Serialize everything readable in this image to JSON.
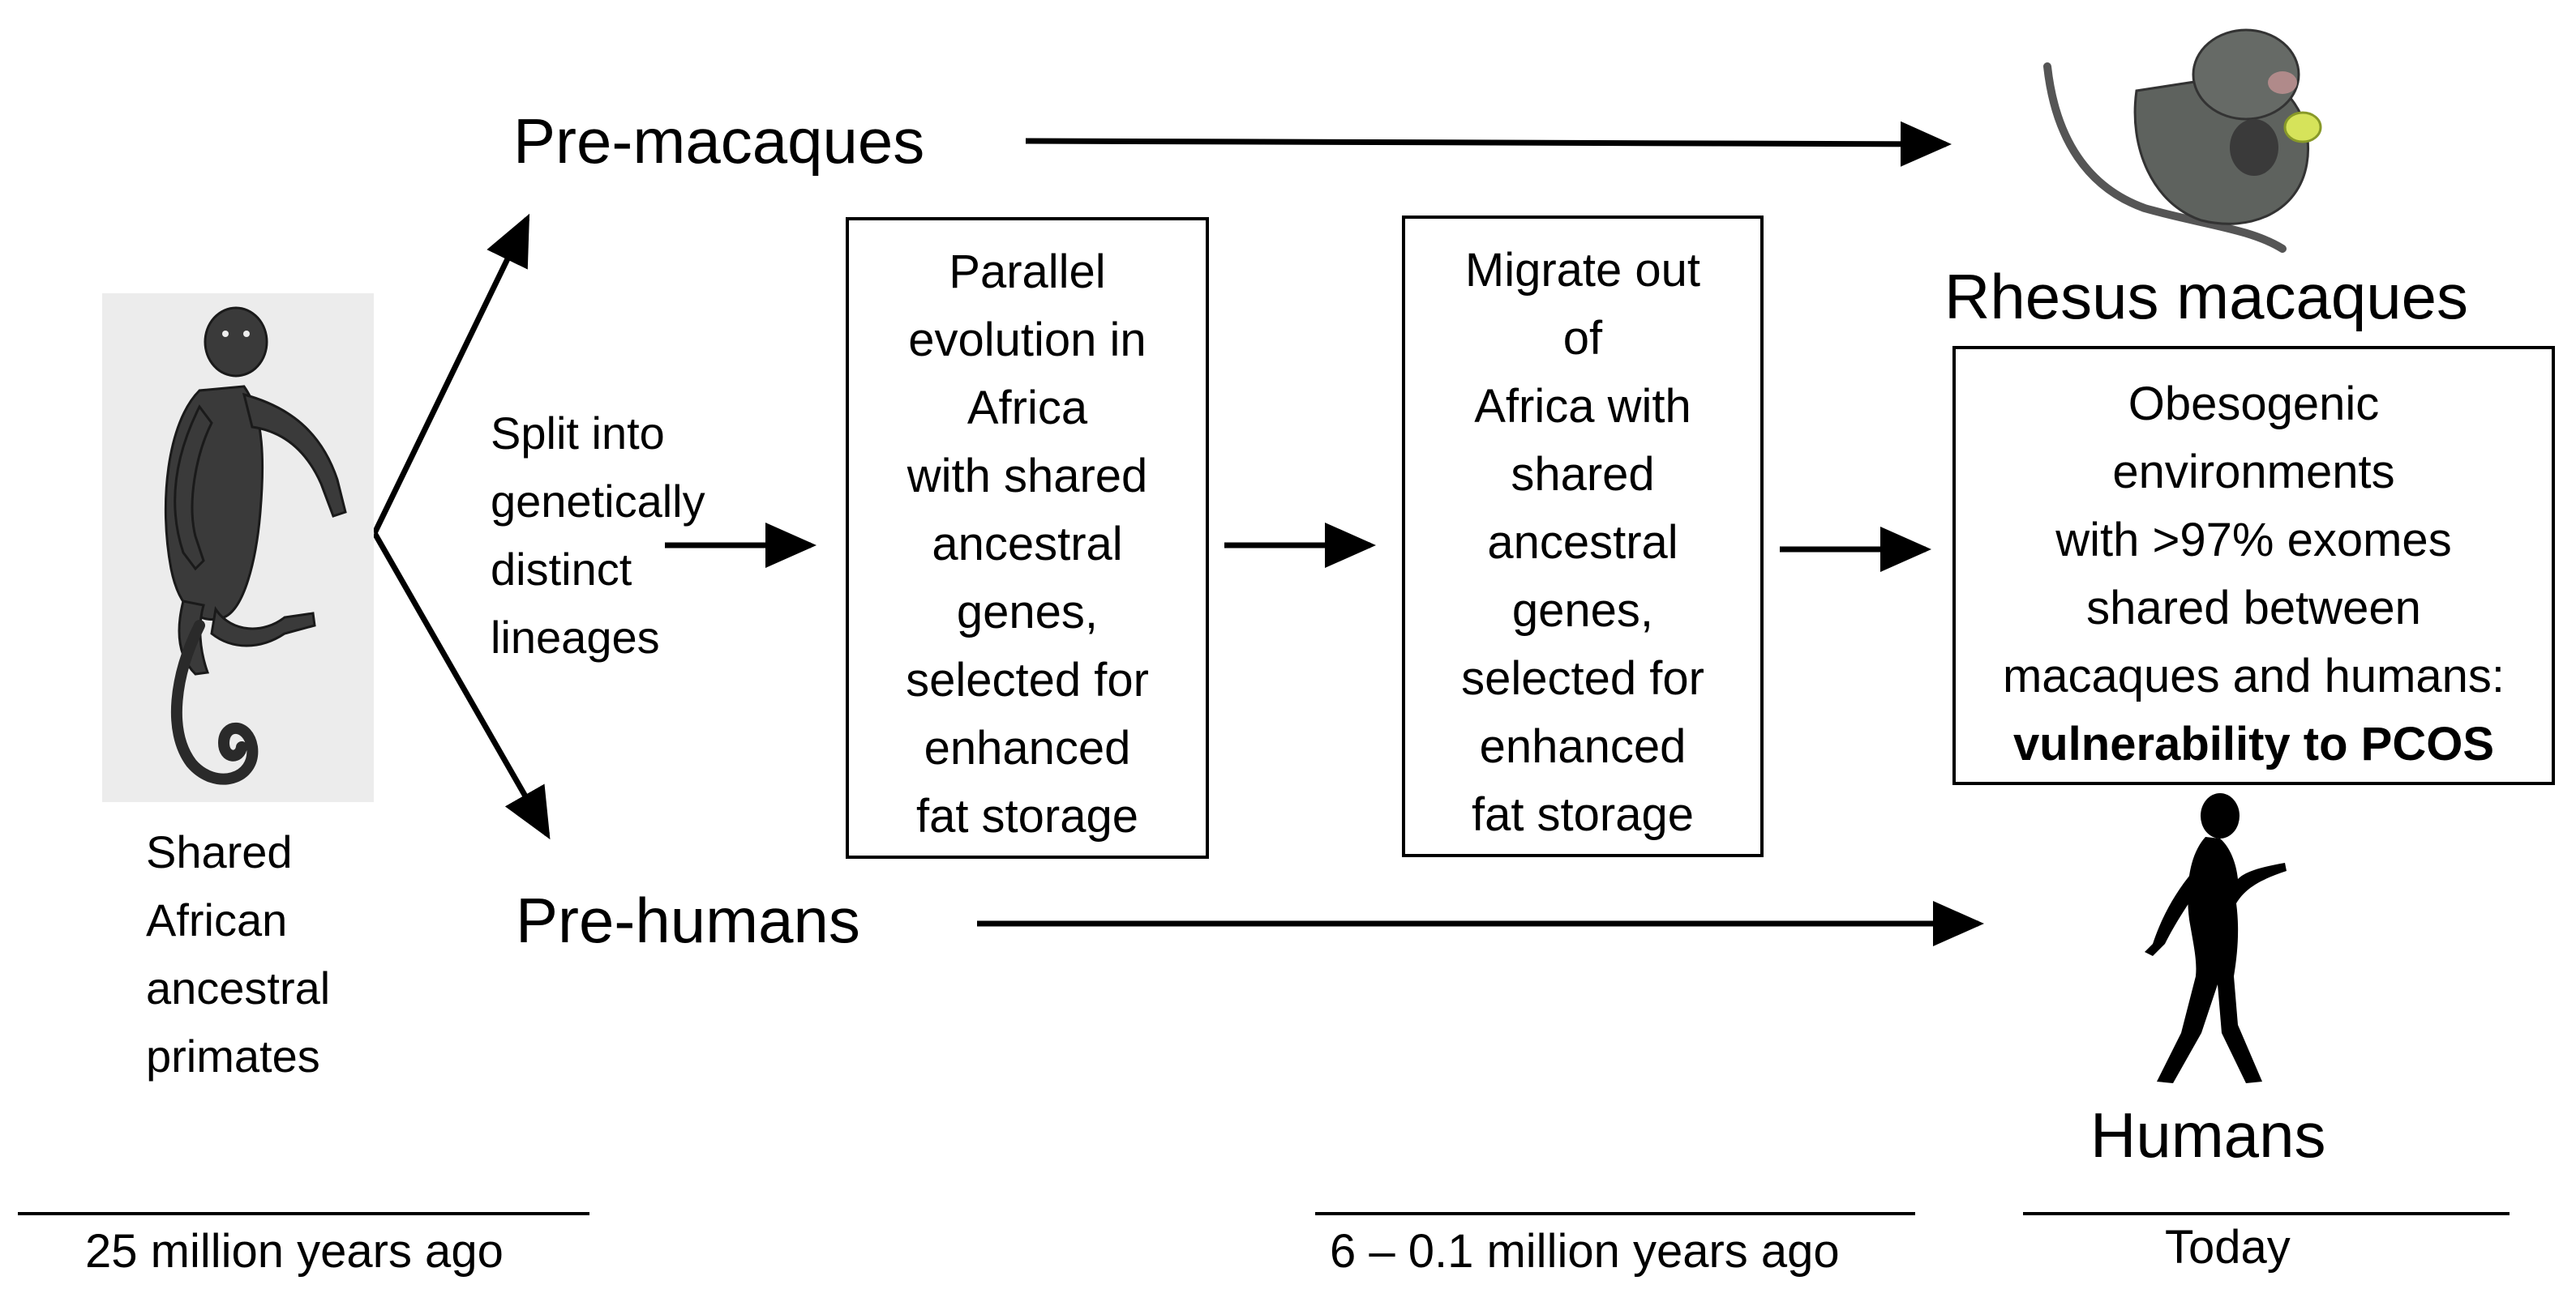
{
  "ancestor": {
    "icon": "chimpanzee-illustration",
    "caption": [
      "Shared",
      "African",
      "ancestral",
      "primates"
    ]
  },
  "split_label": [
    "Split into",
    "genetically",
    "distinct",
    "lineages"
  ],
  "lineages": {
    "pre_macaques": "Pre-macaques",
    "pre_humans": "Pre-humans"
  },
  "box1": [
    "Parallel",
    "evolution in",
    "Africa",
    "with shared",
    "ancestral",
    "genes,",
    "selected for",
    "enhanced",
    "fat storage"
  ],
  "box2": [
    "Migrate out",
    "of",
    "Africa with",
    "shared",
    "ancestral",
    "genes,",
    "selected for",
    "enhanced",
    "fat storage"
  ],
  "outcome_box": {
    "lines": [
      "Obesogenic",
      "environments",
      "with >97% exomes",
      "shared between",
      "macaques and humans:"
    ],
    "bold_line": "vulnerability to PCOS"
  },
  "endpoints": {
    "macaques_label": "Rhesus macaques",
    "macaques_icon": "macaque-illustration",
    "humans_label": "Humans",
    "humans_icon": "human-silhouette"
  },
  "timeline": {
    "left": "25 million years ago",
    "middle": "6 – 0.1 million years ago",
    "right": "Today"
  }
}
